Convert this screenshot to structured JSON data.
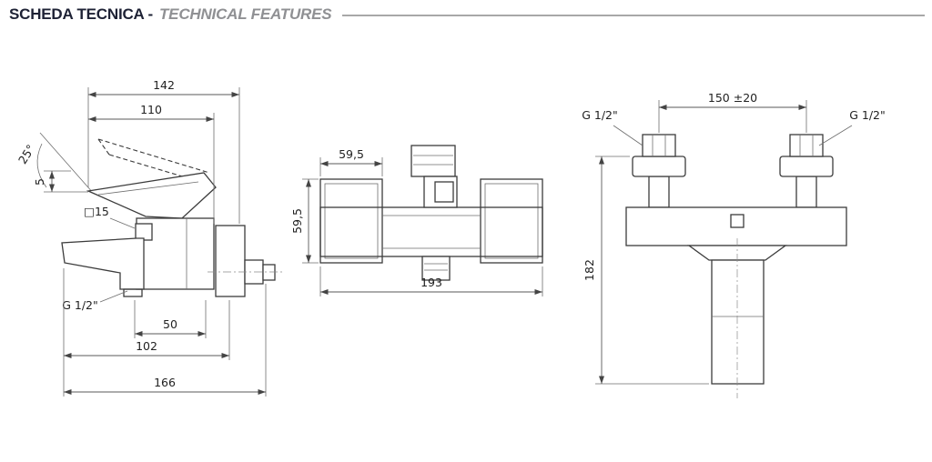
{
  "header": {
    "title_it": "SCHEDA TECNICA -",
    "title_en": "TECHNICAL FEATURES"
  },
  "colors": {
    "line": "#3c3c3c",
    "title_primary": "#1e2235",
    "title_secondary": "#8f9093",
    "divider": "#a8a8a8"
  },
  "side_view": {
    "d142": "142",
    "d110": "110",
    "angle": "25°",
    "d5": "5",
    "square15": "□15",
    "thread": "G 1/2\"",
    "d50": "50",
    "d102": "102",
    "d166": "166"
  },
  "front_view": {
    "w595": "59,5",
    "h595": "59,5",
    "d193": "193"
  },
  "back_view": {
    "thread_left": "G 1/2\"",
    "thread_right": "G 1/2\"",
    "d150": "150 ±20",
    "d182": "182"
  }
}
